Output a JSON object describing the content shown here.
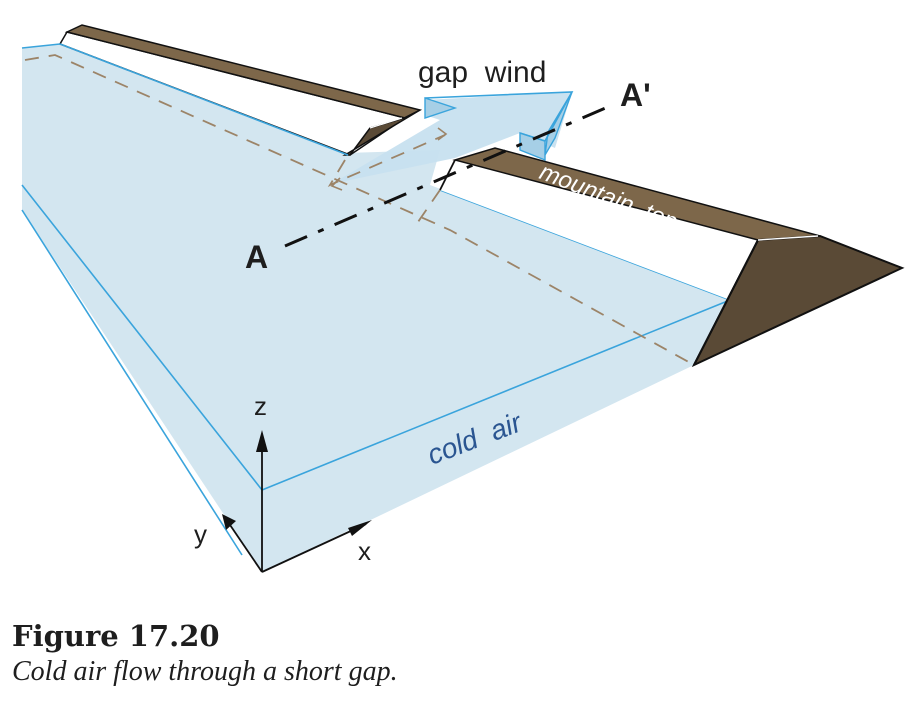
{
  "figure": {
    "labels": {
      "gap_wind": "gap  wind",
      "a_prime": "A'",
      "a": "A",
      "mountain_top": "mountain  top",
      "cold_air": "cold  air",
      "axis_z": "z",
      "axis_y": "y",
      "axis_x": "x"
    },
    "colors": {
      "cold_air_fill": "#d3e6f0",
      "cold_air_edge": "#3aa4dc",
      "mountain_top": "#7d674a",
      "mountain_side_dark": "#5a4a36",
      "mountain_face": "#ffffff",
      "arrow_fill": "#c7e0ef",
      "arrow_side": "#a6cfe6",
      "hidden_line": "#9c8468",
      "section_line": "#111111",
      "cold_air_text": "#2a5591"
    }
  },
  "caption": {
    "title": "Figure 17.20",
    "text": "Cold air flow through a short gap."
  }
}
